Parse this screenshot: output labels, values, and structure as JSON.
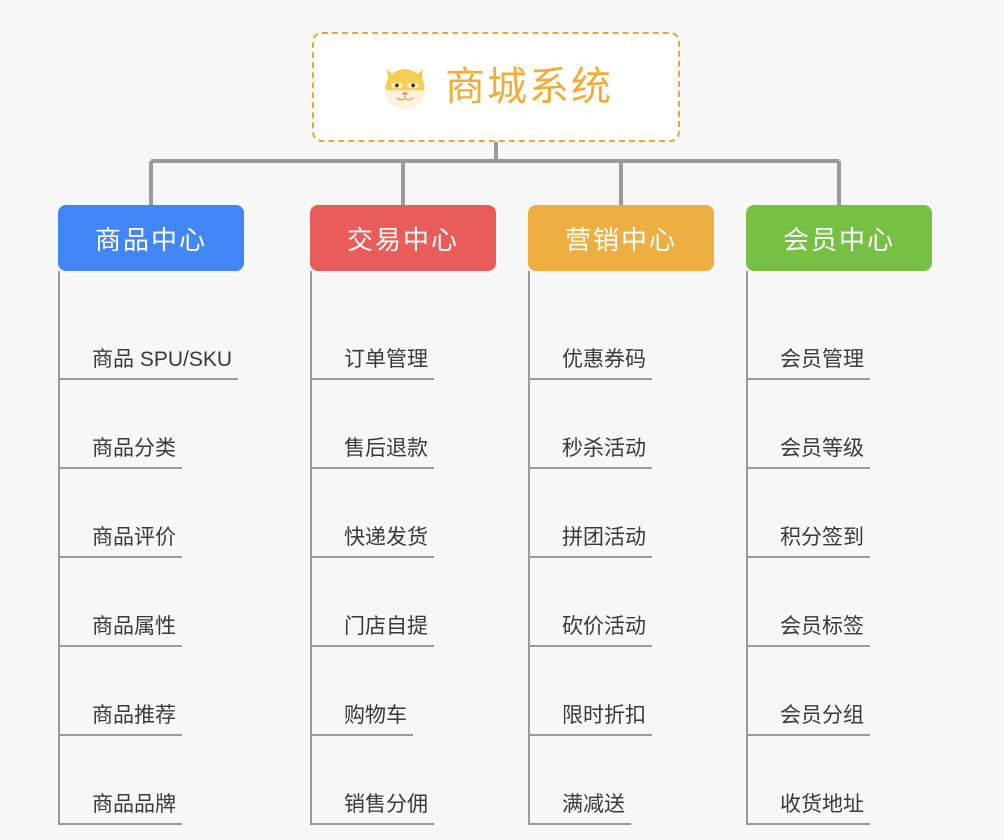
{
  "root": {
    "title": "商城系统",
    "icon": "shiba-dog-face-icon",
    "border_color": "#e8a838",
    "text_color": "#f0ad38",
    "background": "#ffffff"
  },
  "page": {
    "background": "#f7f7f7",
    "line_color": "#9a9a9a"
  },
  "branches": [
    {
      "label": "商品中心",
      "color": "#4285f4",
      "items": [
        "商品 SPU/SKU",
        "商品分类",
        "商品评价",
        "商品属性",
        "商品推荐",
        "商品品牌"
      ]
    },
    {
      "label": "交易中心",
      "color": "#e85d5a",
      "items": [
        "订单管理",
        "售后退款",
        "快递发货",
        "门店自提",
        "购物车",
        "销售分佣"
      ]
    },
    {
      "label": "营销中心",
      "color": "#edaf41",
      "items": [
        "优惠券码",
        "秒杀活动",
        "拼团活动",
        "砍价活动",
        "限时折扣",
        "满减送"
      ]
    },
    {
      "label": "会员中心",
      "color": "#77c044",
      "items": [
        "会员管理",
        "会员等级",
        "积分签到",
        "会员标签",
        "会员分组",
        "收货地址"
      ]
    }
  ]
}
